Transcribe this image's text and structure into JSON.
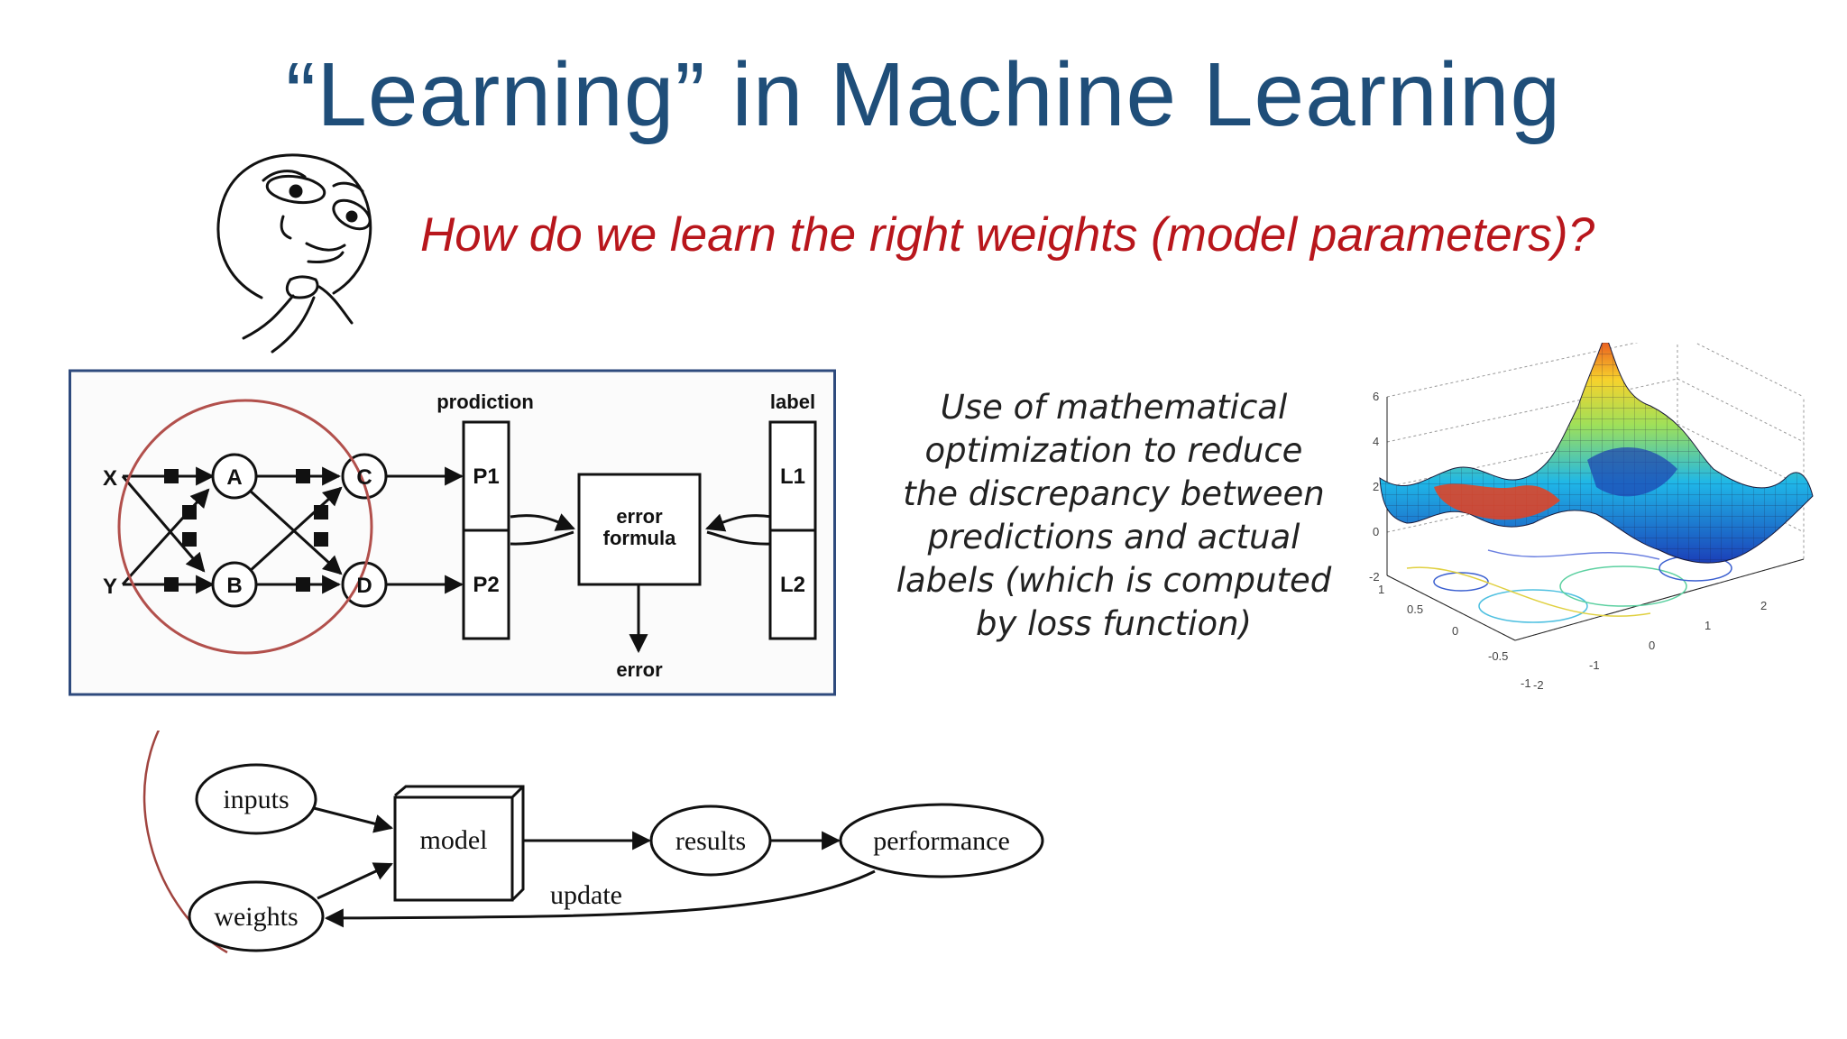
{
  "slide": {
    "title": "“Learning” in Machine Learning",
    "question": "How do we learn the right weights (model parameters)?",
    "description_lines": [
      "Use of mathematical",
      "optimization to reduce",
      "the discrepancy between",
      "predictions and actual",
      "labels (which is computed",
      "by loss function)"
    ]
  },
  "network_diagram": {
    "inputs": [
      "X",
      "Y"
    ],
    "hidden_nodes": [
      "A",
      "B"
    ],
    "output_nodes": [
      "C",
      "D"
    ],
    "prediction_header": "prodiction",
    "predictions": [
      "P1",
      "P2"
    ],
    "label_header": "label",
    "labels": [
      "L1",
      "L2"
    ],
    "error_box_lines": [
      "error",
      "formula"
    ],
    "error_output": "error"
  },
  "flow_diagram": {
    "nodes": {
      "inputs": "inputs",
      "weights": "weights",
      "model": "model",
      "results": "results",
      "performance": "performance"
    },
    "update_label": "update"
  },
  "surface_plot": {
    "z_ticks": [
      "6",
      "4",
      "2",
      "0",
      "-2"
    ],
    "y_ticks": [
      "1",
      "0.5",
      "0",
      "-0.5",
      "-1"
    ],
    "x_ticks": [
      "-2",
      "-1",
      "0",
      "1",
      "2"
    ]
  },
  "colors": {
    "title": "#1f4e79",
    "question": "#b8161c",
    "frame": "#2e4a7d",
    "circle": "#b2504c"
  },
  "icons": [
    "thinking-face-icon"
  ]
}
